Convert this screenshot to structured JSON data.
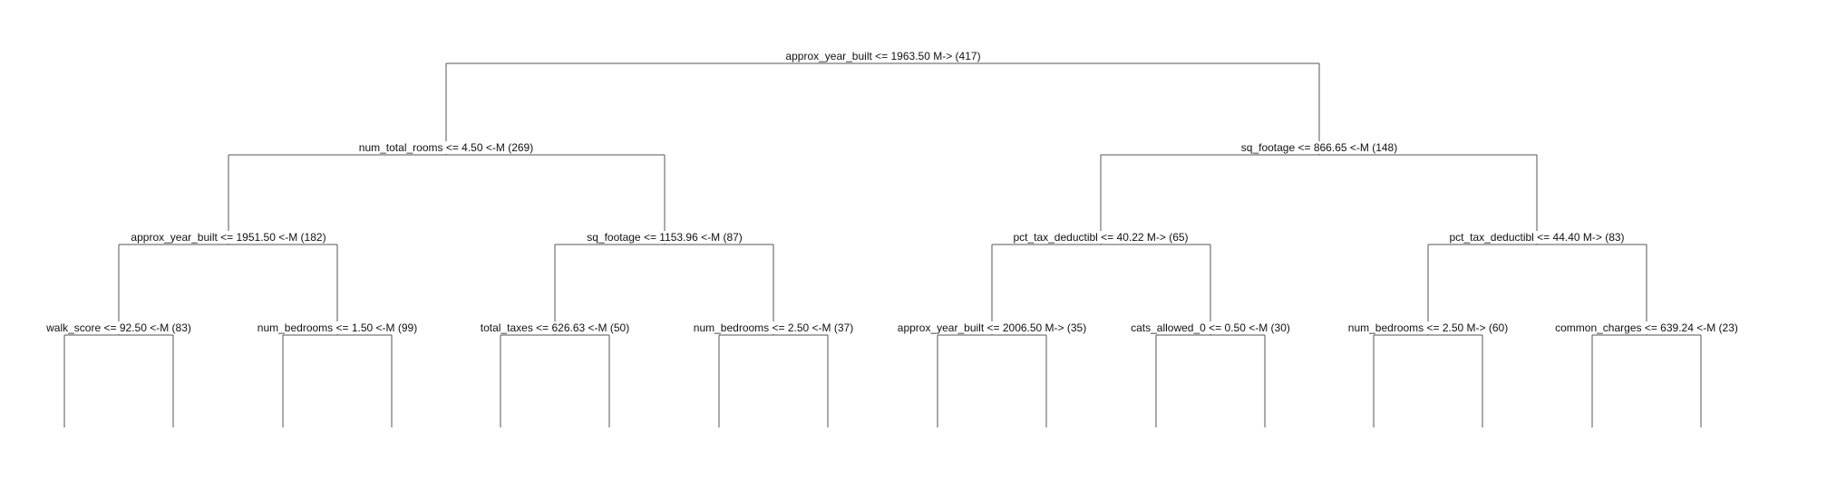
{
  "tree": {
    "nodes": [
      {
        "id": "root",
        "label": "approx_year_built <= 1963.50 M-> (417)"
      },
      {
        "id": "l",
        "label": "num_total_rooms <= 4.50 <-M (269)"
      },
      {
        "id": "r",
        "label": "sq_footage <= 866.65 <-M (148)"
      },
      {
        "id": "ll",
        "label": "approx_year_built <= 1951.50 <-M (182)"
      },
      {
        "id": "lr",
        "label": "sq_footage <= 1153.96 <-M (87)"
      },
      {
        "id": "rl",
        "label": "pct_tax_deductibl <= 40.22 M-> (65)"
      },
      {
        "id": "rr",
        "label": "pct_tax_deductibl <= 44.40 M-> (83)"
      },
      {
        "id": "lll",
        "label": "walk_score <= 92.50 <-M (83)"
      },
      {
        "id": "llr",
        "label": "num_bedrooms <= 1.50 <-M (99)"
      },
      {
        "id": "lrl",
        "label": "total_taxes <= 626.63 <-M (50)"
      },
      {
        "id": "lrr",
        "label": "num_bedrooms <= 2.50 <-M (37)"
      },
      {
        "id": "rll",
        "label": "approx_year_built <= 2006.50 M-> (35)"
      },
      {
        "id": "rlr",
        "label": "cats_allowed_0 <= 0.50 <-M (30)"
      },
      {
        "id": "rrl",
        "label": "num_bedrooms <= 2.50 M-> (60)"
      },
      {
        "id": "rrr",
        "label": "common_charges <= 639.24 <-M (23)"
      }
    ]
  }
}
